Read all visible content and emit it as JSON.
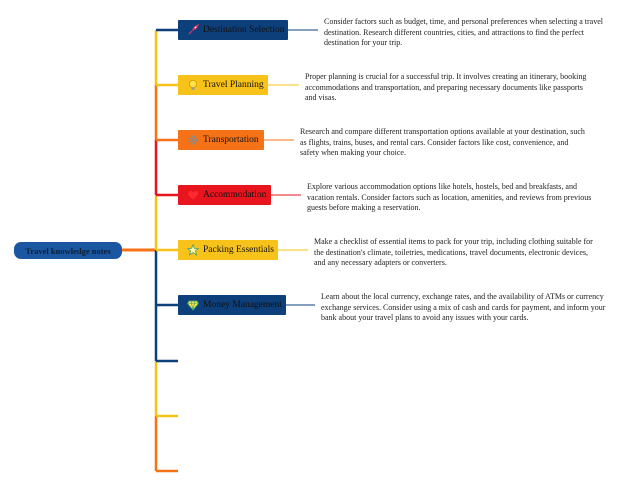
{
  "root": {
    "label": "Travel knowledge notes"
  },
  "topics": [
    {
      "label": "Destination Selection",
      "icon": "rocket-icon",
      "color": "#0d3f7a",
      "description": "Consider factors such as budget, time, and personal preferences when selecting a travel destination. Research different countries, cities, and attractions to find the perfect destination for your trip."
    },
    {
      "label": "Travel Planning",
      "icon": "lightbulb-icon",
      "color": "#f7c21a",
      "description": "Proper planning is crucial for a successful trip. It involves creating an itinerary, booking accommodations and transportation, and preparing necessary documents like passports and visas."
    },
    {
      "label": "Transportation",
      "icon": "gear-icon",
      "color": "#f57217",
      "description": "Research and compare different transportation options available at your destination, such as flights, trains, buses, and rental cars. Consider factors like cost, convenience, and safety when making your choice."
    },
    {
      "label": "Accommodation",
      "icon": "heart-icon",
      "color": "#e8141e",
      "description": "Explore various accommodation options like hotels, hostels, bed and breakfasts, and vacation rentals. Consider factors such as location, amenities, and reviews from previous guests before making a reservation."
    },
    {
      "label": "Packing Essentials",
      "icon": "star-icon",
      "color": "#f7c21a",
      "description": "Make a checklist of essential items to pack for your trip, including clothing suitable for the destination's climate, toiletries, medications, travel documents, electronic devices, and any necessary adapters or converters."
    },
    {
      "label": "Money Management",
      "icon": "diamond-icon",
      "color": "#0d3f7a",
      "description": "Learn about the local currency, exchange rates, and the availability of ATMs or currency exchange services. Consider using a mix of cash and cards for payment, and inform your bank about your travel plans to avoid any issues with your cards."
    }
  ],
  "empty_branch_colors": [
    "#0d3f7a",
    "#f7c21a",
    "#f57217"
  ],
  "colors": {
    "root": "#1a57a0",
    "navy": "#0d3f7a",
    "yellow": "#f7c21a",
    "orange": "#f57217",
    "red": "#e8141e"
  }
}
